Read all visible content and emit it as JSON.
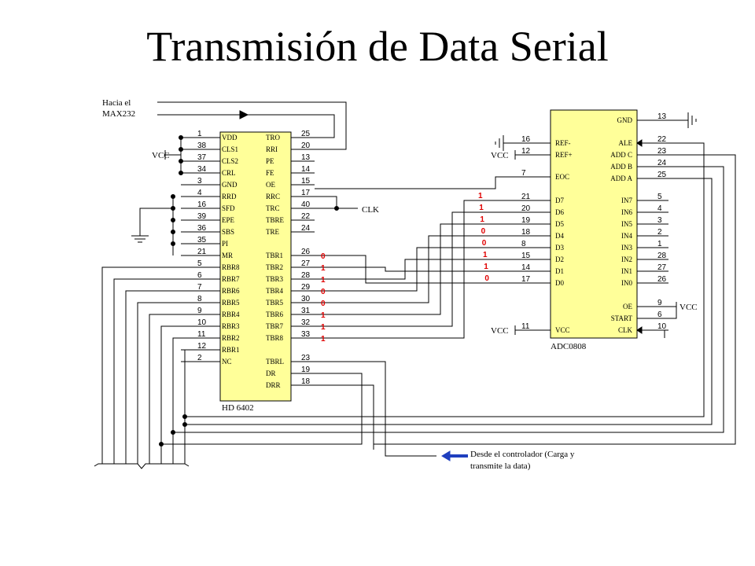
{
  "title": "Transmisión de Data Serial",
  "colors": {
    "chip_fill": "#ffff99",
    "bit_color": "#e00000",
    "arrow_color": "#1f3fbf",
    "wire": "#000000"
  },
  "labels": {
    "max232": [
      "Hacia el",
      "MAX232"
    ],
    "clk": "CLK",
    "vcc": "VCC",
    "controller": [
      "Desde el controlador (Carga y",
      "transmite la data)"
    ]
  },
  "hd6402": {
    "name": "HD 6402",
    "left_pins": [
      {
        "num": "1",
        "name": "VDD"
      },
      {
        "num": "38",
        "name": "CLS1"
      },
      {
        "num": "37",
        "name": "CLS2"
      },
      {
        "num": "34",
        "name": "CRL"
      },
      {
        "num": "3",
        "name": "GND"
      },
      {
        "num": "4",
        "name": "RRD"
      },
      {
        "num": "16",
        "name": "SFD"
      },
      {
        "num": "39",
        "name": "EPE"
      },
      {
        "num": "36",
        "name": "SBS"
      },
      {
        "num": "35",
        "name": "PI"
      },
      {
        "num": "21",
        "name": "MR"
      },
      {
        "num": "5",
        "name": "RBR8"
      },
      {
        "num": "6",
        "name": "RBR7"
      },
      {
        "num": "7",
        "name": "RBR6"
      },
      {
        "num": "8",
        "name": "RBR5"
      },
      {
        "num": "9",
        "name": "RBR4"
      },
      {
        "num": "10",
        "name": "RBR3"
      },
      {
        "num": "11",
        "name": "RBR2"
      },
      {
        "num": "12",
        "name": "RBR1"
      },
      {
        "num": "2",
        "name": "NC"
      }
    ],
    "right_pins": [
      {
        "num": "25",
        "name": "TRO"
      },
      {
        "num": "20",
        "name": "RRI"
      },
      {
        "num": "13",
        "name": "PE"
      },
      {
        "num": "14",
        "name": "FE"
      },
      {
        "num": "15",
        "name": "OE"
      },
      {
        "num": "17",
        "name": "RRC"
      },
      {
        "num": "40",
        "name": "TRC"
      },
      {
        "num": "22",
        "name": "TBRE"
      },
      {
        "num": "24",
        "name": "TRE"
      },
      {
        "num": "",
        "name": ""
      },
      {
        "num": "26",
        "name": "TBR1"
      },
      {
        "num": "27",
        "name": "TBR2"
      },
      {
        "num": "28",
        "name": "TBR3"
      },
      {
        "num": "29",
        "name": "TBR4"
      },
      {
        "num": "30",
        "name": "TBR5"
      },
      {
        "num": "31",
        "name": "TBR6"
      },
      {
        "num": "32",
        "name": "TBR7"
      },
      {
        "num": "33",
        "name": "TBR8"
      },
      {
        "num": "",
        "name": ""
      },
      {
        "num": "23",
        "name": "TBRL"
      },
      {
        "num": "19",
        "name": "DR"
      },
      {
        "num": "18",
        "name": "DRR"
      }
    ],
    "tbr_bits": [
      "0",
      "1",
      "1",
      "0",
      "0",
      "1",
      "1",
      "1"
    ]
  },
  "adc0808": {
    "name": "ADC0808",
    "left_pins": [
      {
        "num": "16",
        "name": "REF-"
      },
      {
        "num": "12",
        "name": "REF+"
      },
      {
        "num": "7",
        "name": "EOC"
      },
      {
        "num": "21",
        "name": "D7"
      },
      {
        "num": "20",
        "name": "D6"
      },
      {
        "num": "19",
        "name": "D5"
      },
      {
        "num": "18",
        "name": "D4"
      },
      {
        "num": "8",
        "name": "D3"
      },
      {
        "num": "15",
        "name": "D2"
      },
      {
        "num": "14",
        "name": "D1"
      },
      {
        "num": "17",
        "name": "D0"
      },
      {
        "num": "11",
        "name": "VCC"
      }
    ],
    "right_pins": [
      {
        "num": "13",
        "name": "GND"
      },
      {
        "num": "22",
        "name": "ALE"
      },
      {
        "num": "23",
        "name": "ADD C"
      },
      {
        "num": "24",
        "name": "ADD B"
      },
      {
        "num": "25",
        "name": "ADD A"
      },
      {
        "num": "5",
        "name": "IN7"
      },
      {
        "num": "4",
        "name": "IN6"
      },
      {
        "num": "3",
        "name": "IN5"
      },
      {
        "num": "2",
        "name": "IN4"
      },
      {
        "num": "1",
        "name": "IN3"
      },
      {
        "num": "28",
        "name": "IN2"
      },
      {
        "num": "27",
        "name": "IN1"
      },
      {
        "num": "26",
        "name": "IN0"
      },
      {
        "num": "9",
        "name": "OE"
      },
      {
        "num": "6",
        "name": "START"
      },
      {
        "num": "10",
        "name": "CLK"
      }
    ],
    "d_bits": [
      "1",
      "1",
      "1",
      "0",
      "0",
      "1",
      "1",
      "0"
    ]
  }
}
